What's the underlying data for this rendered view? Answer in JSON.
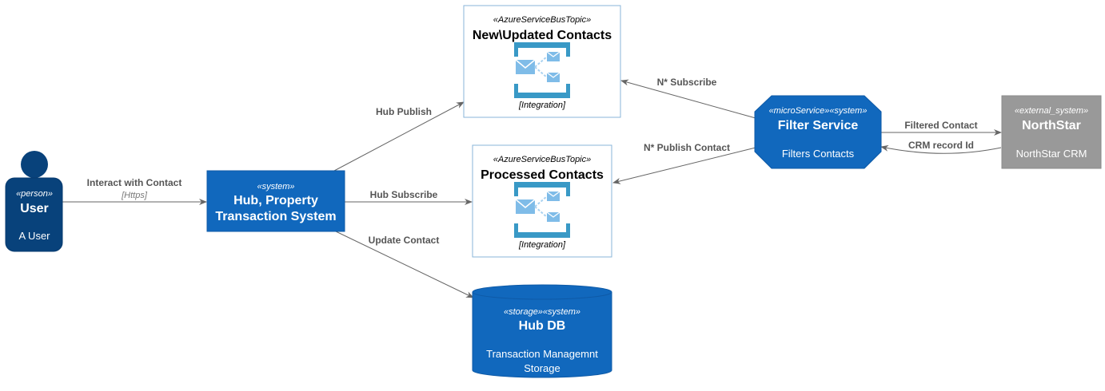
{
  "nodes": {
    "user": {
      "stereotype": "«person»",
      "title": "User",
      "desc": "A User"
    },
    "hub": {
      "stereotype": "«system»",
      "title_line1": "Hub, Property",
      "title_line2": "Transaction System"
    },
    "new_contacts": {
      "stereotype": "«AzureServiceBusTopic»",
      "title": "New\\Updated Contacts",
      "tech": "[Integration]",
      "icon": "service-bus-topic-icon"
    },
    "processed_contacts": {
      "stereotype": "«AzureServiceBusTopic»",
      "title": "Processed Contacts",
      "tech": "[Integration]",
      "icon": "service-bus-topic-icon"
    },
    "filter_service": {
      "stereotype": "«microService»«system»",
      "title": "Filter Service",
      "desc": "Filters Contacts"
    },
    "northstar": {
      "stereotype": "«external_system»",
      "title": "NorthStar",
      "desc": "NorthStar CRM"
    },
    "hub_db": {
      "stereotype": "«storage»«system»",
      "title": "Hub DB",
      "desc_line1": "Transaction Managemnt",
      "desc_line2": "Storage"
    }
  },
  "edges": {
    "user_hub": {
      "label": "Interact with Contact",
      "tech": "[Https]"
    },
    "hub_publish": {
      "label": "Hub Publish"
    },
    "hub_subscribe": {
      "label": "Hub Subscribe"
    },
    "update_contact": {
      "label": "Update Contact"
    },
    "n_subscribe": {
      "label": "N* Subscribe"
    },
    "n_publish": {
      "label": "N* Publish Contact"
    },
    "filtered_contact": {
      "label": "Filtered Contact"
    },
    "crm_record": {
      "label": "CRM record Id"
    }
  },
  "colors": {
    "person": "#08427B",
    "system": "#1168BD",
    "external": "#999999",
    "queue_border": "#8AB4D9",
    "icon_blue": "#3999C6",
    "icon_light": "#7FBCE8",
    "edge": "#666666"
  }
}
